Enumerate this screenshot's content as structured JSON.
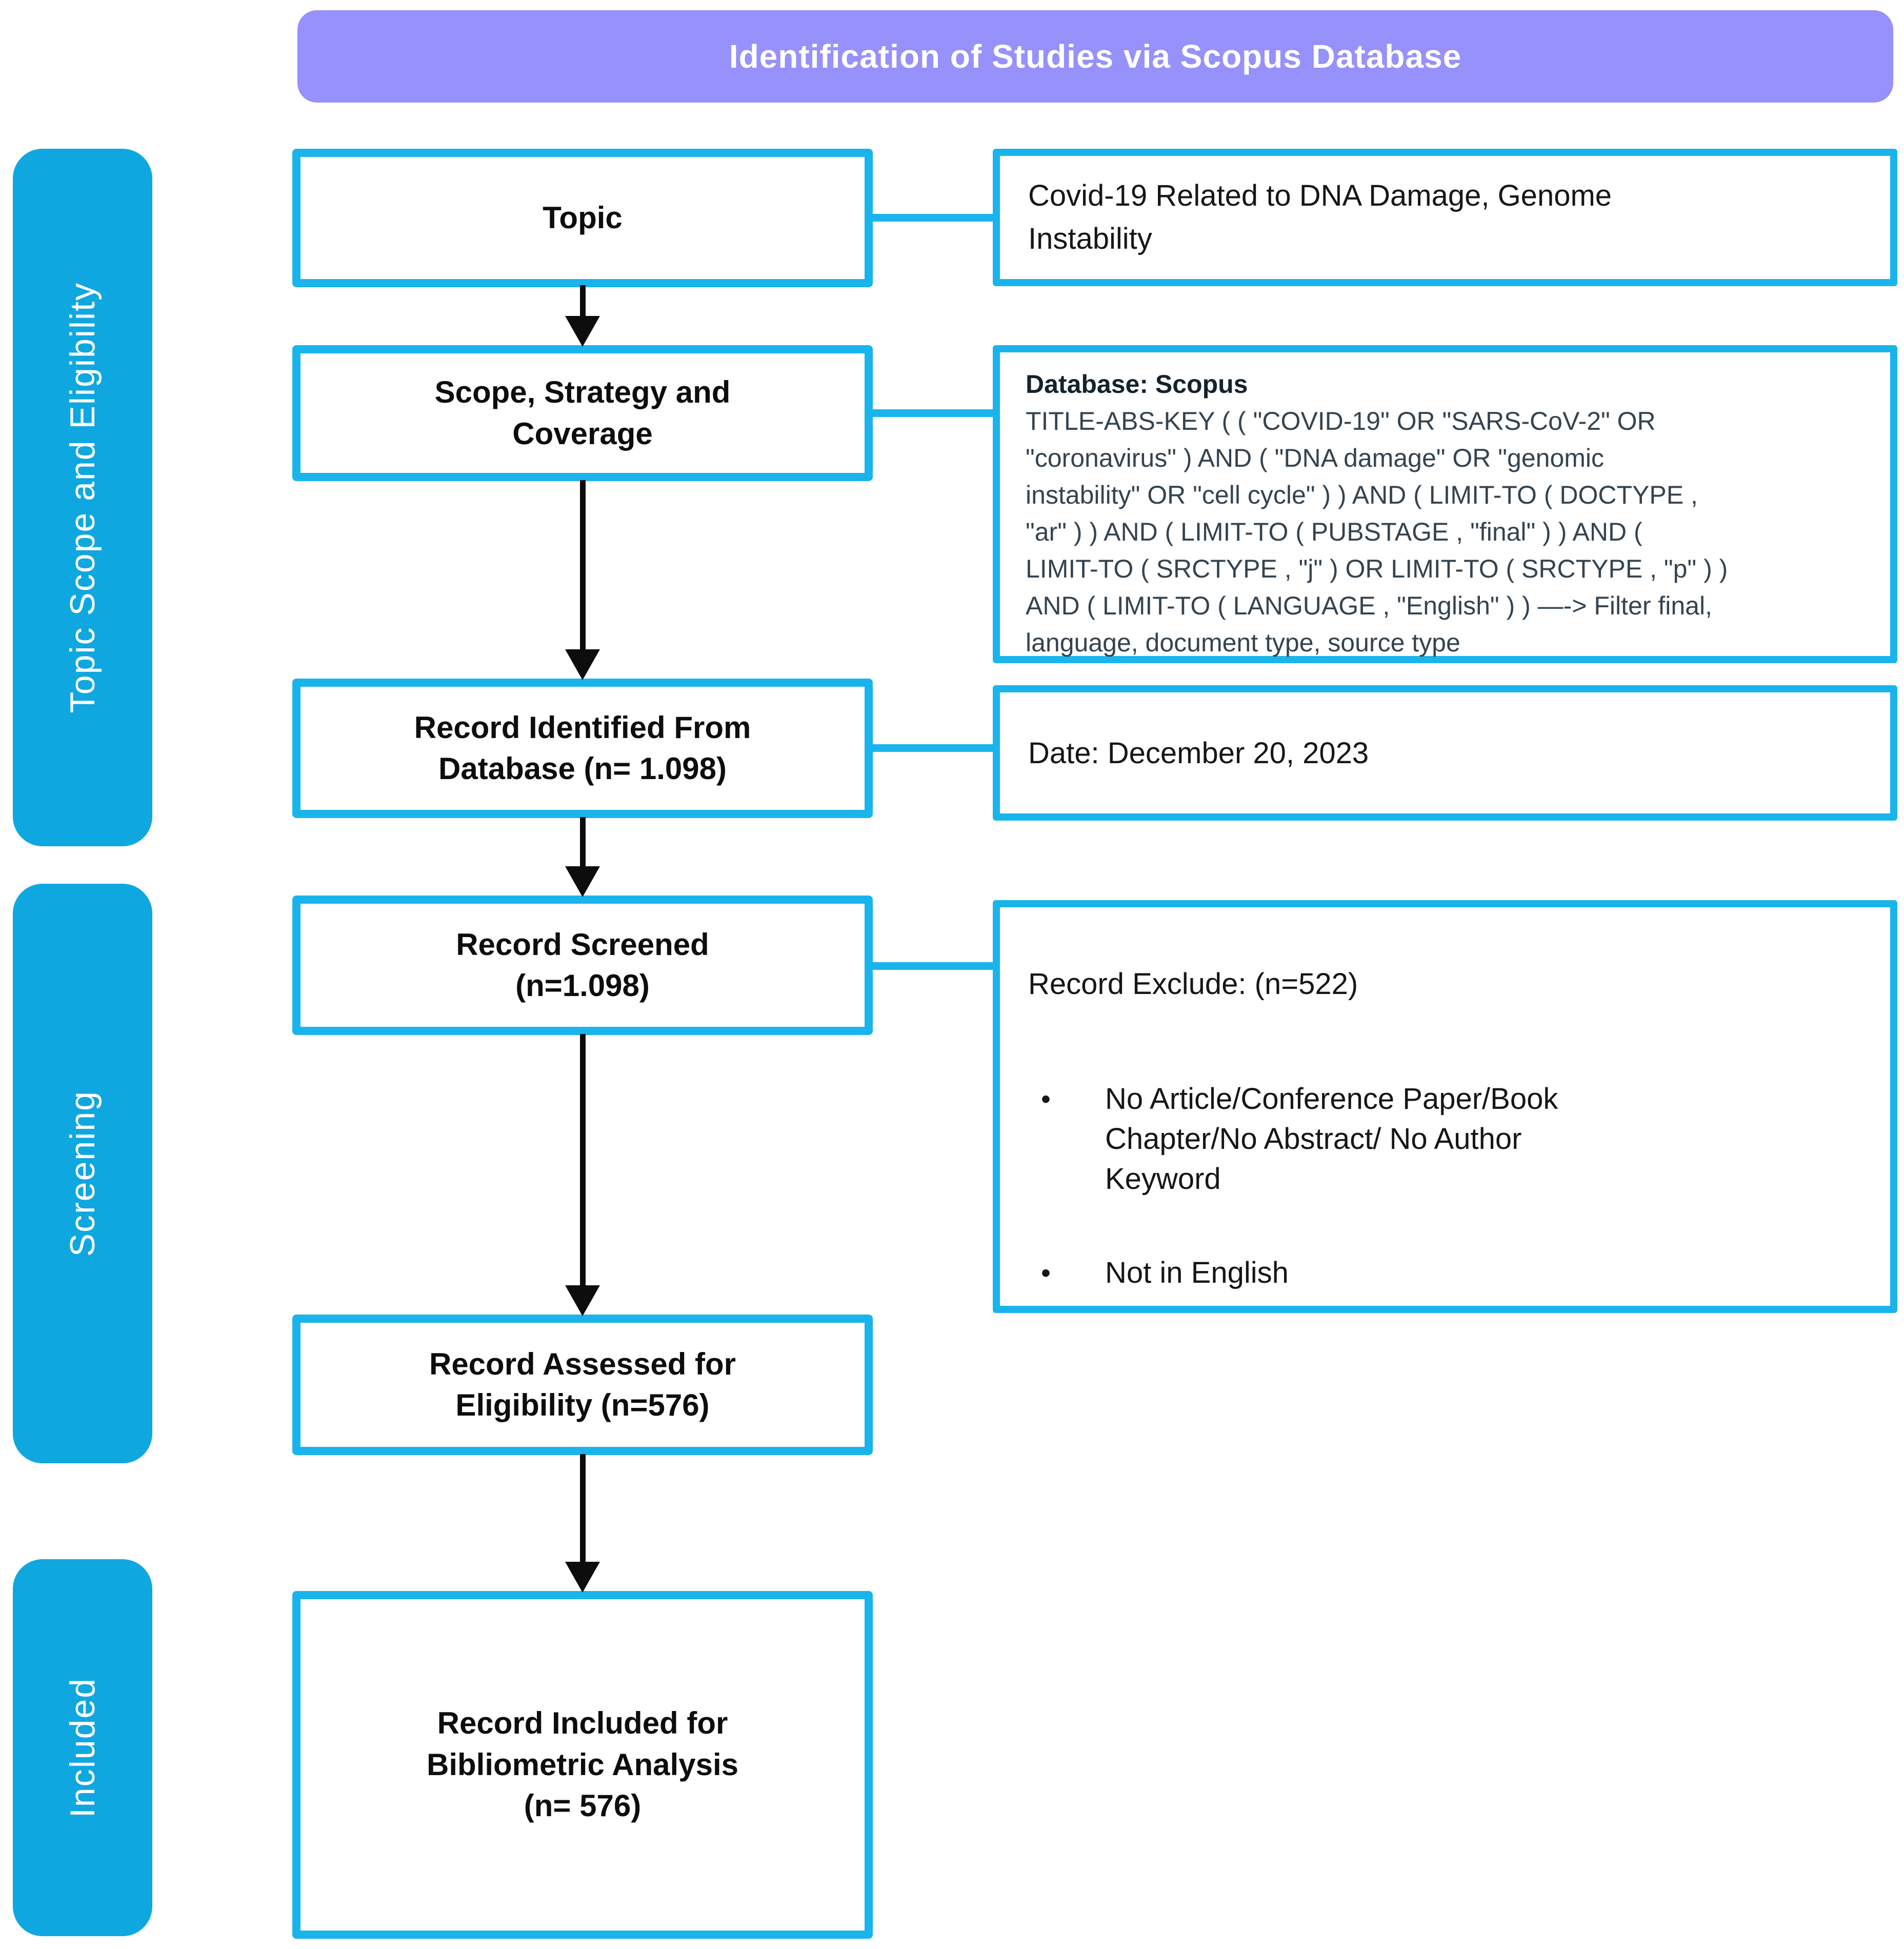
{
  "header": {
    "title": "Identification of Studies via Scopus Database"
  },
  "sidebar": {
    "stages": [
      {
        "label": "Topic Scope and Eligibility"
      },
      {
        "label": "Screening"
      },
      {
        "label": "Included"
      }
    ]
  },
  "flow": {
    "topic": {
      "label": "Topic"
    },
    "scope": {
      "label": "Scope, Strategy and\nCoverage"
    },
    "identified": {
      "label": "Record Identified From\nDatabase (n= 1.098)"
    },
    "screened": {
      "label": "Record Screened\n(n=1.098)"
    },
    "assessed": {
      "label": "Record Assessed for\nEligibility (n=576)"
    },
    "included": {
      "label": "Record Included for\nBibliometric Analysis\n(n= 576)"
    }
  },
  "annotations": {
    "topic_note": "Covid-19 Related to DNA Damage, Genome\nInstability",
    "query_title": "Database: Scopus",
    "query_body": "TITLE-ABS-KEY ( ( \"COVID-19\" OR \"SARS-CoV-2\" OR\n\"coronavirus\" ) AND ( \"DNA damage\" OR \"genomic\ninstability\" OR \"cell cycle\" ) ) AND ( LIMIT-TO ( DOCTYPE ,\n\"ar\" ) ) AND ( LIMIT-TO ( PUBSTAGE , \"final\" ) ) AND (\nLIMIT-TO ( SRCTYPE , \"j\" ) OR LIMIT-TO ( SRCTYPE , \"p\" ) )\nAND ( LIMIT-TO ( LANGUAGE , \"English\" ) ) —-> Filter final,\nlanguage, document type, source type",
    "date_note": "Date: December 20, 2023",
    "exclude_title": "Record Exclude: (n=522)",
    "exclude_items": [
      "No Article/Conference Paper/Book\nChapter/No Abstract/ No Author\nKeyword",
      "Not in English"
    ]
  },
  "glyphs": {
    "bullet": "•"
  },
  "colors": {
    "accent_cyan": "#0fa7e0",
    "border_cyan": "#1ab4ec",
    "header_purple": "#9691fb",
    "arrow_black": "#0d0d0d",
    "query_text": "#34434f",
    "body_text": "#161616"
  }
}
